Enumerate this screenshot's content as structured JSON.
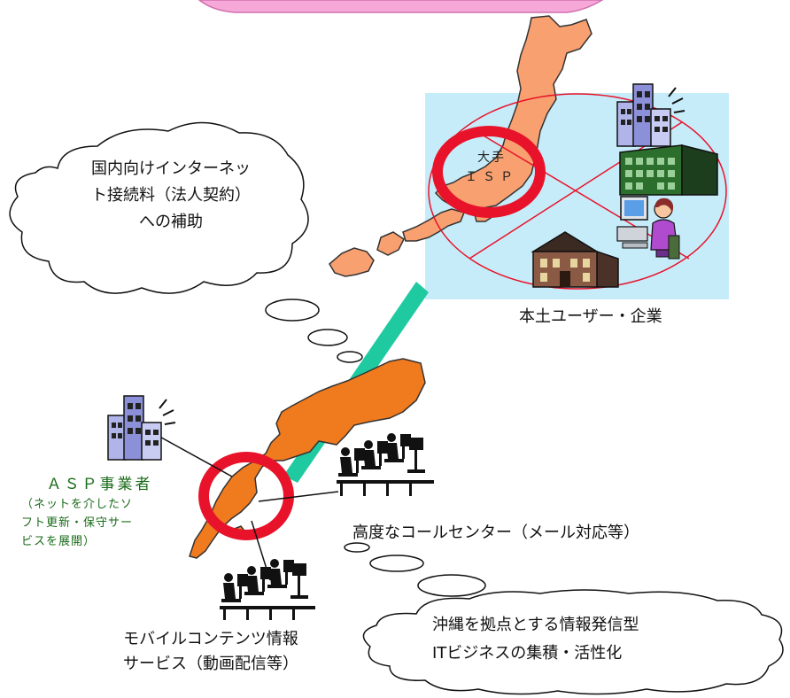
{
  "clouds": {
    "subsidy": {
      "lines": [
        "国内向けインターネッ",
        "ト接続料（法人契約）",
        "への補助"
      ]
    },
    "goal": {
      "lines": [
        "沖縄を拠点とする情報発信型",
        "ITビジネスの集積・活性化"
      ]
    }
  },
  "mainland": {
    "isp_label": {
      "line1": "大手",
      "line2": "ＩＳＰ"
    },
    "caption": "本土ユーザー・企業"
  },
  "okinawa": {
    "asp": {
      "title": "ＡＳＰ事業者",
      "detail_lines": [
        "（ネットを介したソ",
        "フト更新・保守サー",
        "ビスを展開）"
      ]
    },
    "call_center": "高度なコールセンター（メール対応等）",
    "mobile": {
      "lines": [
        "モバイルコンテンツ情報",
        "サービス（動画配信等）"
      ]
    }
  },
  "colors": {
    "map_fill": "#f9a070",
    "okinawa_fill": "#f07a1e",
    "panel_fill": "#c6ecfa",
    "ring": "#e8132a",
    "link": "#1fcaa0"
  }
}
